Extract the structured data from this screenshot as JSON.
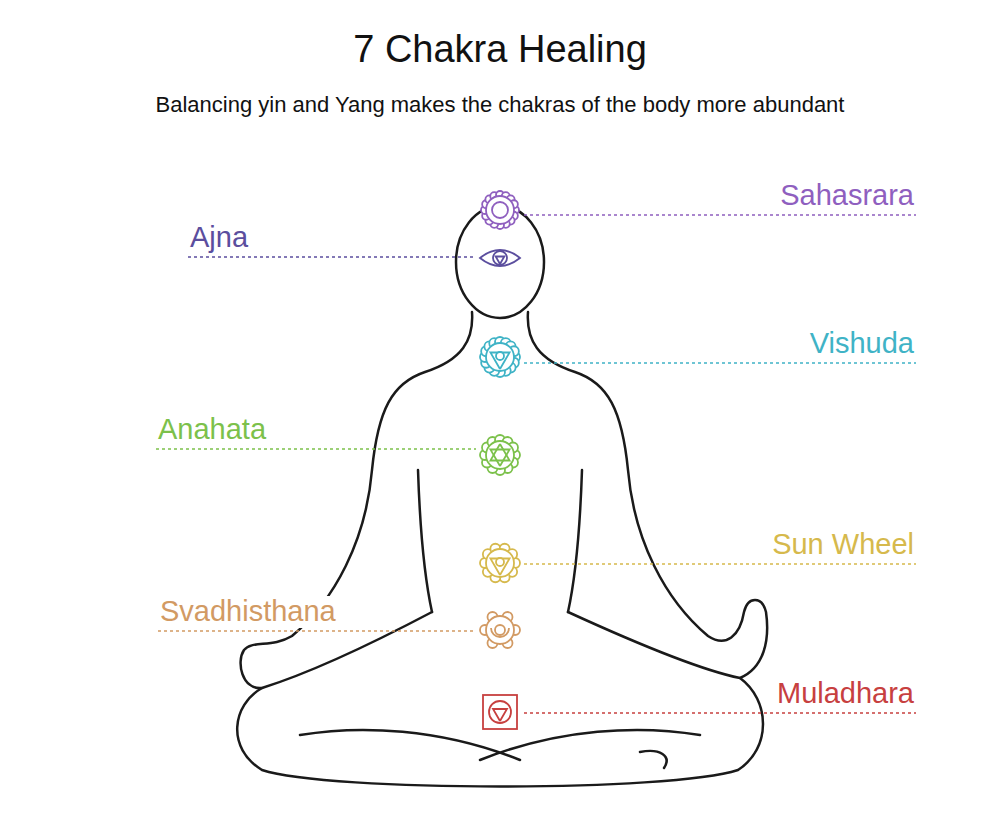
{
  "diagram": {
    "title": "7 Chakra Healing",
    "caption": "Balancing yin and Yang makes the chakras of the body more abundant",
    "labels": [
      "Sahasrara",
      "Ajna",
      "Vishuda",
      "Anahata",
      "Sun Wheel",
      "Svadhisthana",
      "Muladhara"
    ]
  }
}
